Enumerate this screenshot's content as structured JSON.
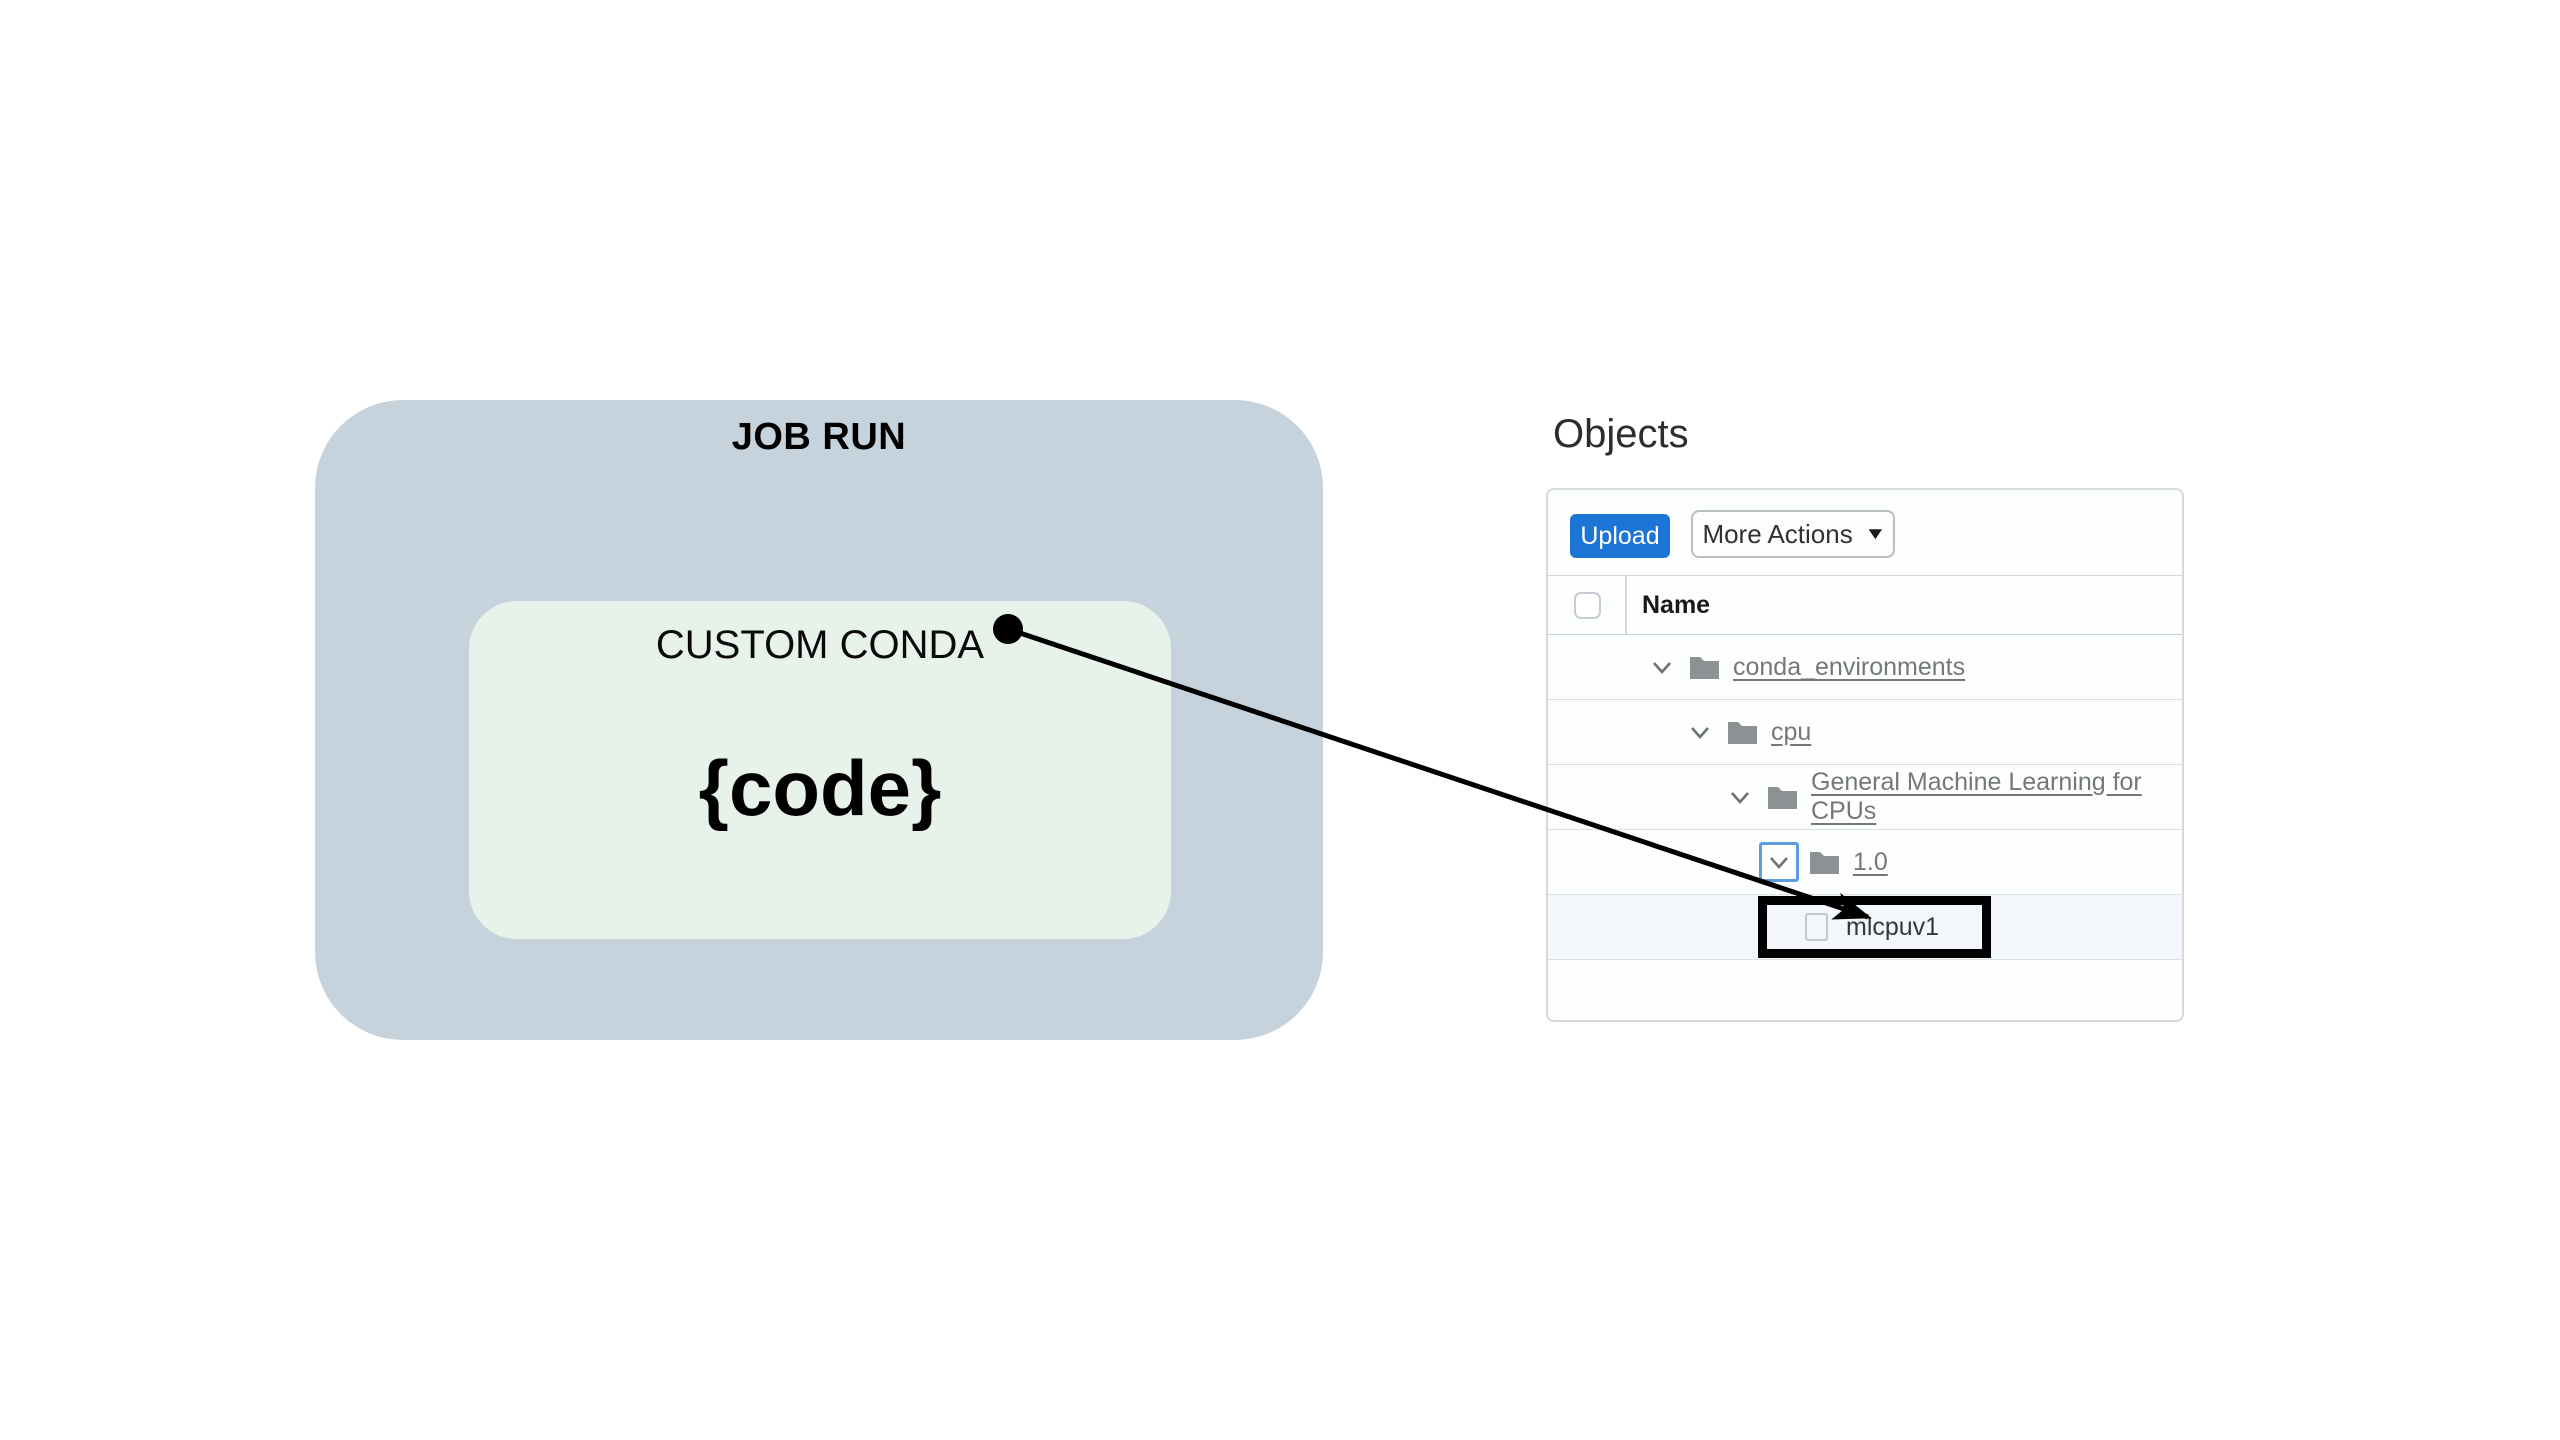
{
  "diagram": {
    "outer_label": "JOB RUN",
    "inner_label": "CUSTOM CONDA",
    "code_label": "{code}",
    "outer_bg": "#c6d3dc",
    "inner_bg": "#e7f2ea",
    "connector_color": "#000000"
  },
  "panel": {
    "title": "Objects",
    "toolbar": {
      "upload_label": "Upload",
      "more_actions_label": "More Actions",
      "upload_bg": "#1b74d6"
    },
    "table": {
      "name_header": "Name",
      "rows": [
        {
          "label": "conda_environments",
          "type": "folder",
          "level": 1,
          "expanded": true
        },
        {
          "label": "cpu",
          "type": "folder",
          "level": 2,
          "expanded": true
        },
        {
          "label": "General Machine Learning for CPUs",
          "type": "folder",
          "level": 3,
          "expanded": true
        },
        {
          "label": "1.0",
          "type": "folder",
          "level": 4,
          "expanded": true,
          "chevron_focused": true
        },
        {
          "label": "mlcpuv1",
          "type": "file",
          "level": 5,
          "highlighted": true
        }
      ],
      "link_color": "#75787b",
      "highlight_row_bg": "#f3f6fa",
      "focus_border_color": "#5f9ce2",
      "highlight_border_color": "#000000"
    }
  },
  "icons": {
    "more_actions_caret": "▼"
  }
}
